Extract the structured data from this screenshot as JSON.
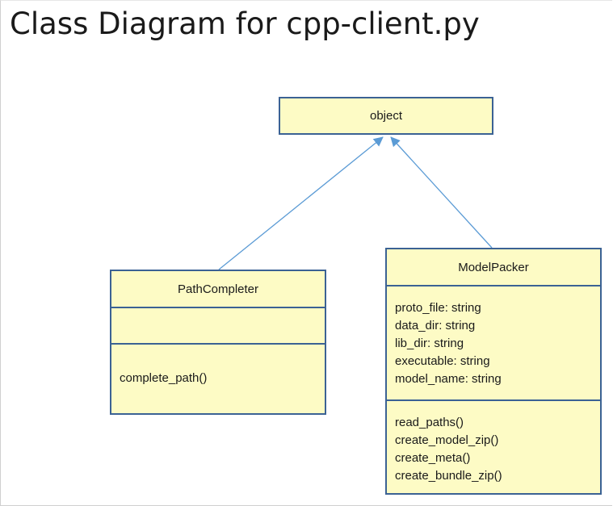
{
  "title": "Class Diagram for cpp-client.py",
  "colors": {
    "box_fill": "#fdfbc5",
    "box_border": "#3b6294",
    "arrow": "#5b9bd5"
  },
  "classes": {
    "object": {
      "name": "object",
      "attributes": [],
      "methods": []
    },
    "path_completer": {
      "name": "PathCompleter",
      "attributes": [],
      "methods": [
        "complete_path()"
      ]
    },
    "model_packer": {
      "name": "ModelPacker",
      "attributes": [
        "proto_file: string",
        "data_dir: string",
        "lib_dir: string",
        "executable: string",
        "model_name: string"
      ],
      "methods": [
        "read_paths()",
        "create_model_zip()",
        "create_meta()",
        "create_bundle_zip()"
      ]
    }
  },
  "relations": [
    {
      "from": "PathCompleter",
      "to": "object",
      "type": "inheritance"
    },
    {
      "from": "ModelPacker",
      "to": "object",
      "type": "inheritance"
    }
  ]
}
